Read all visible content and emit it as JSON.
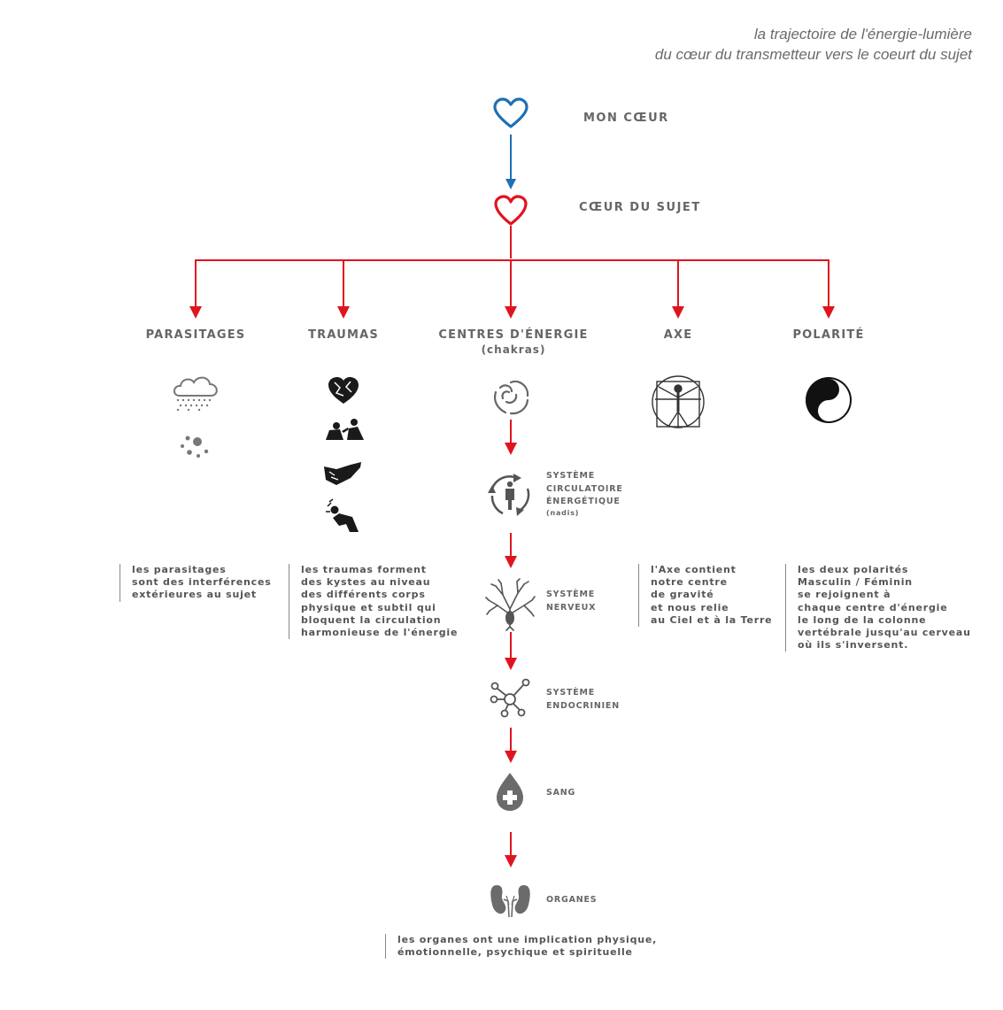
{
  "caption": {
    "line1": "la trajectoire de l'énergie-lumière",
    "line2": "du  cœur du transmetteur vers le coeurt du sujet"
  },
  "top": {
    "mon_coeur": "MON CŒUR",
    "coeur_sujet": "CŒUR DU SUJET"
  },
  "columns": {
    "parasitages": "PARASITAGES",
    "traumas": "TRAUMAS",
    "centres": "CENTRES D'ÉNERGIE",
    "centres_sub": "(chakras)",
    "axe": "AXE",
    "polarite": "POLARITÉ"
  },
  "chain": {
    "circulatoire": [
      "SYSTÈME",
      "CIRCULATOIRE",
      "ÉNERGÉTIQUE"
    ],
    "circulatoire_sub": "(nadis)",
    "nerveux": [
      "SYSTÈME",
      "NERVEUX"
    ],
    "endocrinien": [
      "SYSTÈME",
      "ENDOCRINIEN"
    ],
    "sang": "SANG",
    "organes": "ORGANES"
  },
  "descriptions": {
    "parasitages": [
      "les parasitages",
      "sont des interférences",
      "extérieures au sujet"
    ],
    "traumas": [
      "les traumas forment",
      "des kystes au niveau",
      "des  différents corps",
      "physique et subtil qui",
      "bloquent la circulation",
      "harmonieuse de l'énergie"
    ],
    "axe": [
      "l'Axe contient",
      "notre centre",
      "de gravité",
      "et nous relie",
      "au Ciel et à la Terre"
    ],
    "polarite": [
      "les deux polarités",
      "Masculin / Féminin",
      "se rejoignent à",
      "chaque centre d'énergie",
      "le long de la colonne",
      "vertébrale jusqu'au cerveau",
      "où ils s'inversent."
    ],
    "organes": [
      "les organes ont une implication physique,",
      "émotionnelle, psychique et spirituelle"
    ]
  },
  "colors": {
    "blue": "#1f6fb5",
    "red": "#e0141e",
    "icon_gray": "#6b6b6b",
    "icon_dark": "#1a1a1a"
  },
  "icons": [
    "blue-heart-icon",
    "red-heart-icon",
    "rain-cloud-icon",
    "particles-icon",
    "broken-heart-icon",
    "people-fighting-icon",
    "hands-holding-icon",
    "person-falling-icon",
    "spiral-chakra-icon",
    "vitruvian-man-icon",
    "yin-yang-icon",
    "circulation-person-icon",
    "nerve-tree-icon",
    "endocrine-network-icon",
    "blood-drop-icon",
    "kidneys-icon"
  ]
}
